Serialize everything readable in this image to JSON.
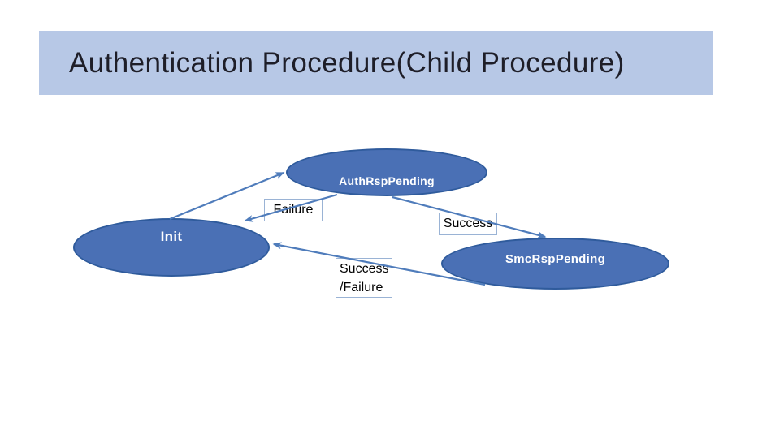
{
  "slide": {
    "title": "Authentication Procedure(Child Procedure)"
  },
  "diagram": {
    "type": "state-diagram",
    "nodes": [
      {
        "id": "AuthRspPending",
        "label": "AuthRspPending"
      },
      {
        "id": "Init",
        "label": "Init"
      },
      {
        "id": "SmcRspPending",
        "label": "SmcRspPending"
      }
    ],
    "edges": [
      {
        "from": "Init",
        "to": "AuthRspPending",
        "label": ""
      },
      {
        "from": "AuthRspPending",
        "to": "Init",
        "label": "Failure"
      },
      {
        "from": "AuthRspPending",
        "to": "SmcRspPending",
        "label": "Success"
      },
      {
        "from": "SmcRspPending",
        "to": "Init",
        "label": "Success\n/Failure"
      }
    ]
  },
  "colors": {
    "title_bg": "#b7c8e6",
    "title_text": "#1e1e28",
    "node_fill": "#4a70b5",
    "node_border": "#2f5b9c",
    "node_text": "#ffffff",
    "arrow": "#4f7cbb",
    "edge_label_border": "#9ab3d5",
    "edge_label_text": "#000000",
    "background": "#ffffff"
  }
}
